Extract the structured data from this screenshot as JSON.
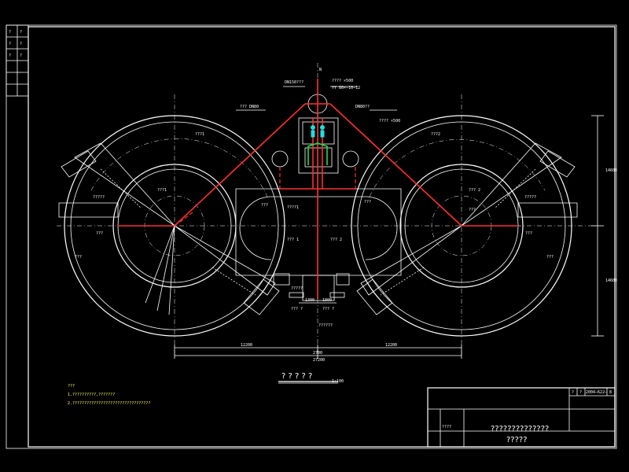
{
  "title_block": {
    "project_name": "??????????????",
    "drawing_name": "?????",
    "label_left": "????",
    "label_top_a": "?",
    "label_top_b": "?",
    "drawing_no": "2004−622−",
    "sheet": "8"
  },
  "side_strip": {
    "cells": [
      "?",
      "?",
      "?",
      "?",
      "?",
      "?"
    ]
  },
  "drawing_title": {
    "text": "? ? ? ? ?",
    "scale": "1:100"
  },
  "notes": {
    "heading": "???",
    "line1": "1.??????????,???????",
    "line2": "2.?????????????????????????????????"
  },
  "dimensions": {
    "left_width": "12200",
    "center_width": "2700",
    "right_width": "12200",
    "total_width": "27200",
    "right_top": "14600",
    "right_bottom": "14600",
    "mid_1": "1300",
    "mid_2": "1800"
  },
  "labels": {
    "tank_left": "???1",
    "tank_right": "???2",
    "pool_left": "???1",
    "pool_right": "??? 2",
    "center_left": "??? 1",
    "center_right": "??? 2",
    "top_pipe": "DN150???",
    "top_spec_a": "???? ×500",
    "top_spec_b": "YY 80×−10−12",
    "left_pipe": "??? DN80",
    "right_pipe": "DN80??",
    "right_pipe2": "???? ×500",
    "left_sludge": "?????",
    "right_sludge": "?????",
    "inner_left": "????1",
    "inner_right": "???",
    "small_1": "???",
    "small_2": "???",
    "small_3": "???",
    "small_4": "???",
    "small_5": "???",
    "small_6": "???",
    "bottom_pump": "?????",
    "bottom_a": "??? ?",
    "bottom_b": "??? ?",
    "pipe_bot": "??????",
    "north": "N"
  }
}
